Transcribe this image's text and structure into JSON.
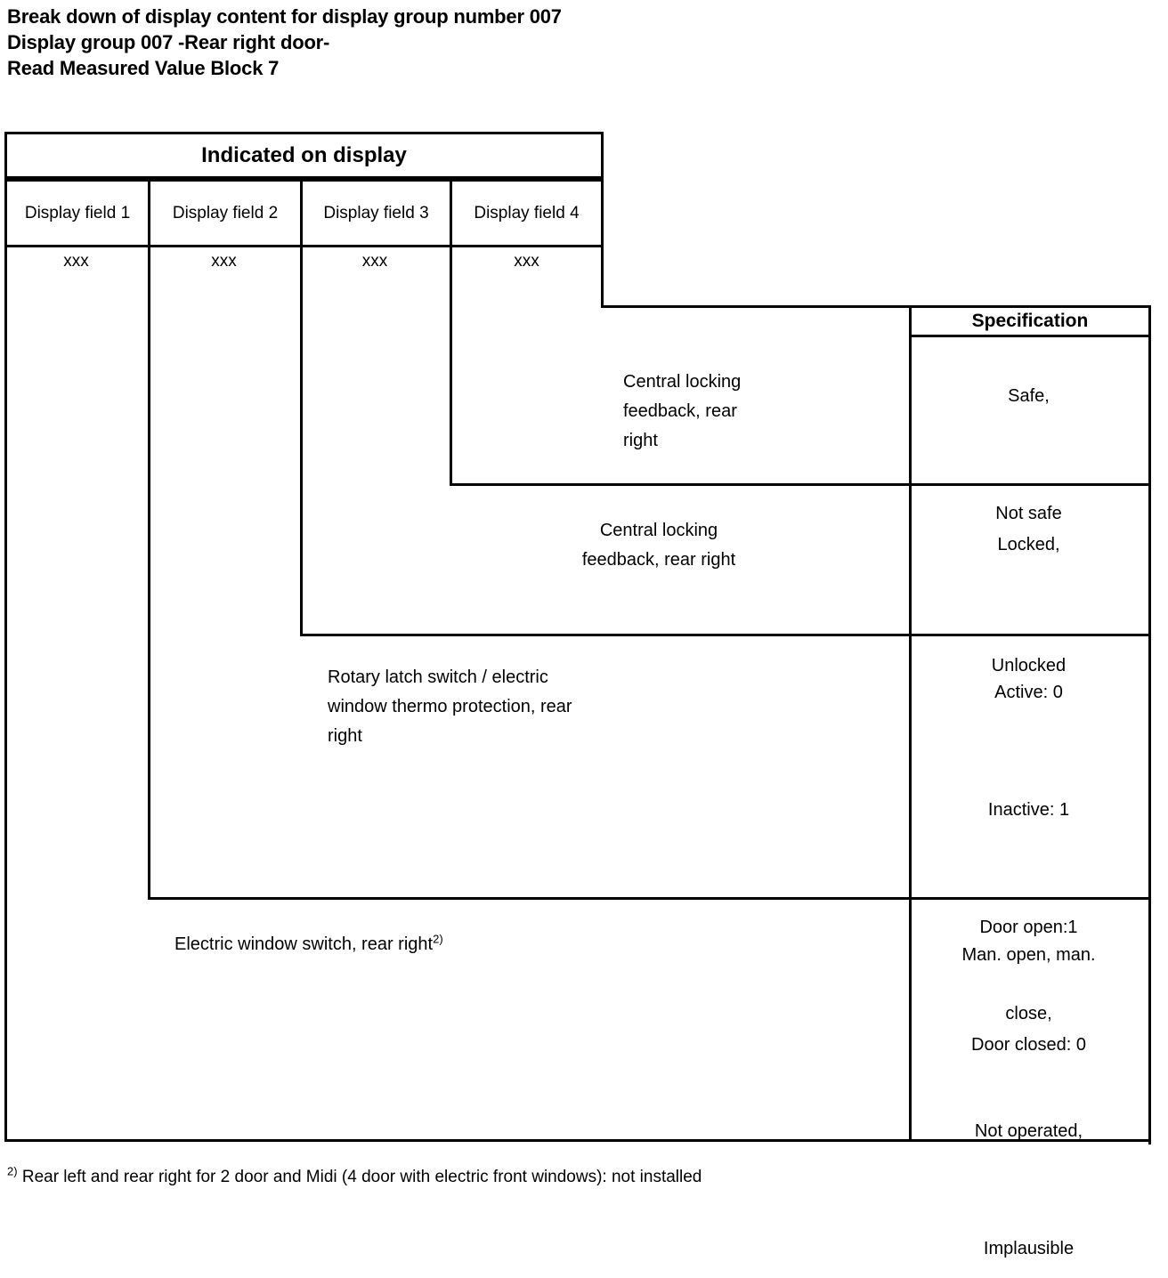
{
  "heading": {
    "line1": "Break down of display content for display group number 007",
    "line2": "Display group 007 -Rear right door-",
    "line3": "Read Measured Value Block 7"
  },
  "table": {
    "group_header": "Indicated on display",
    "spec_header": "Specification",
    "display_fields": [
      {
        "label": "Display field\n1",
        "value": "xxx"
      },
      {
        "label": "Display field\n2",
        "value": "xxx"
      },
      {
        "label": "Display field\n3",
        "value": "xxx"
      },
      {
        "label": "Display field\n4",
        "value": "xxx"
      }
    ],
    "rows": [
      {
        "description": "Central locking\nfeedback, rear\nright",
        "specification": "Safe,\n\nNot safe"
      },
      {
        "description": "Central locking\nfeedback, rear right",
        "specification": "Locked,\n\nUnlocked"
      },
      {
        "description": "Rotary latch switch / electric\nwindow thermo protection, rear\nright",
        "specification": "Active: 0\n\nInactive: 1\n\nDoor open:1\n\nDoor closed: 0"
      },
      {
        "description": "Electric window switch, rear right",
        "description_sup": "2)",
        "specification": "Man. open, man.\nclose,\n\nNot operated,\n\nImplausible"
      }
    ]
  },
  "footnote": {
    "marker": "2)",
    "text": " Rear left and rear right for 2 door and Midi (4 door with electric front windows): not installed"
  },
  "colors": {
    "ink": "#000000",
    "paper": "#ffffff"
  }
}
